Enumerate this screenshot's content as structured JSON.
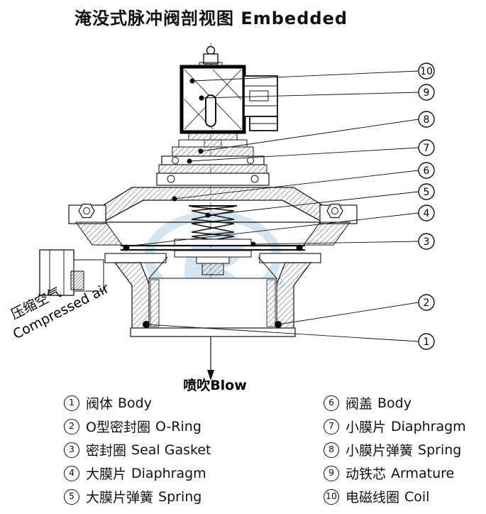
{
  "title": "淹没式脉冲阀剖视图 Embedded",
  "labels": {
    "compressed_air_cn": "压缩空气",
    "compressed_air_en": "Compressed air",
    "blow": "喷吹Blow",
    "registered_mark": "®"
  },
  "callouts": [
    {
      "num": "10"
    },
    {
      "num": "9"
    },
    {
      "num": "8"
    },
    {
      "num": "7"
    },
    {
      "num": "6"
    },
    {
      "num": "5"
    },
    {
      "num": "4"
    },
    {
      "num": "3"
    },
    {
      "num": "2"
    },
    {
      "num": "1"
    }
  ],
  "legend": {
    "items_left": [
      {
        "num": "1",
        "cn": "阀体",
        "en": "Body"
      },
      {
        "num": "2",
        "cn": "O型密封圈",
        "en": "O-Ring"
      },
      {
        "num": "3",
        "cn": "密封圈",
        "en": "Seal Gasket"
      },
      {
        "num": "4",
        "cn": "大膜片",
        "en": "Diaphragm"
      },
      {
        "num": "5",
        "cn": "大膜片弹簧",
        "en": "Spring"
      }
    ],
    "items_right": [
      {
        "num": "6",
        "cn": "阀盖",
        "en": "Body"
      },
      {
        "num": "7",
        "cn": "小膜片",
        "en": "Diaphragm"
      },
      {
        "num": "8",
        "cn": "小膜片弹簧",
        "en": "Spring"
      },
      {
        "num": "9",
        "cn": "动铁芯",
        "en": "Armature"
      },
      {
        "num": "10",
        "cn": "电磁线圈",
        "en": "Coil"
      }
    ]
  }
}
